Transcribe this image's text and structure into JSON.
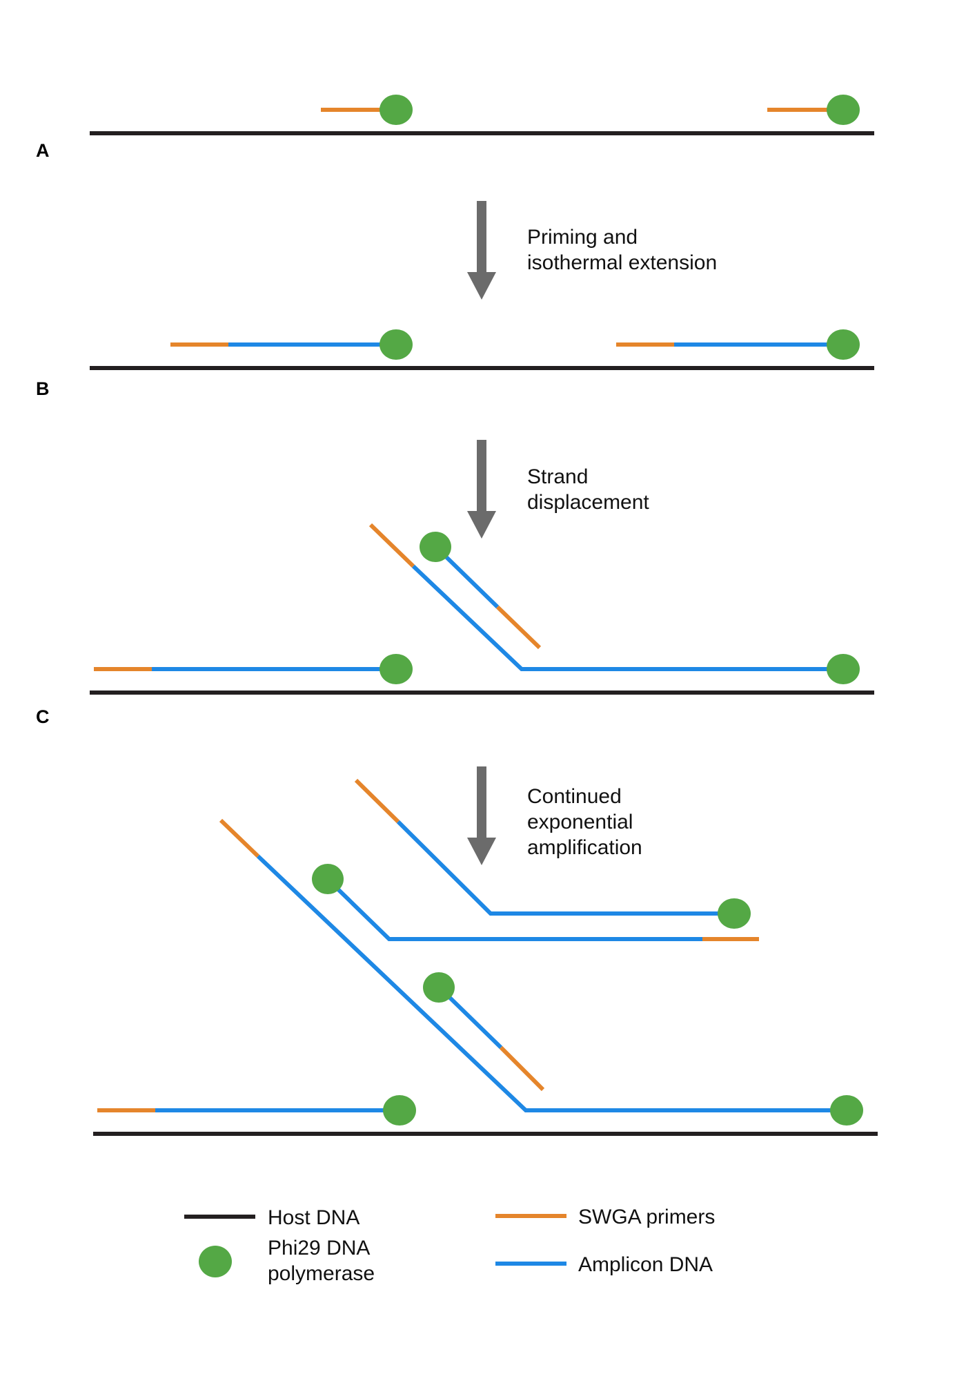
{
  "colors": {
    "host_dna": "#231f20",
    "primer": "#e5852b",
    "amplicon": "#1e88e5",
    "polymerase": "#54a845",
    "arrow": "#6b6b6b"
  },
  "panels": {
    "a": {
      "label": "A"
    },
    "b": {
      "label": "B"
    },
    "c": {
      "label": "C"
    }
  },
  "steps": {
    "step1": {
      "line1": "Priming and",
      "line2": "isothermal extension"
    },
    "step2": {
      "line1": "Strand",
      "line2": "displacement"
    },
    "step3": {
      "line1": "Continued",
      "line2": "exponential",
      "line3": "amplification"
    }
  },
  "legend": {
    "host_dna": "Host DNA",
    "polymerase_line1": "Phi29 DNA",
    "polymerase_line2": "polymerase",
    "primers": "SWGA primers",
    "amplicon": "Amplicon DNA"
  }
}
